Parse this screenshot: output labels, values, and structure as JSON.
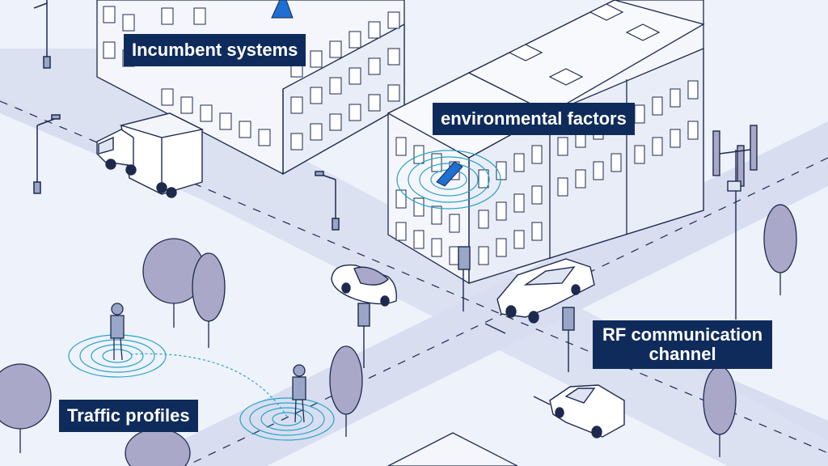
{
  "labels": {
    "incumbent": "Incumbent systems",
    "environmental": "environmental factors",
    "rf_line1": "RF communication",
    "rf_line2": "channel",
    "traffic": "Traffic profiles"
  },
  "colors": {
    "background": "#eef2fb",
    "road": "#d8def0",
    "outline": "#1d2a4e",
    "building_fill": "#f4f6fb",
    "tree": "#a9a8c8",
    "label_bg": "#0f2b5b",
    "label_text": "#ffffff",
    "signal": "#29a3c7",
    "accent_blue": "#1d6fd1"
  },
  "icons": [
    "truck-icon",
    "car-icon",
    "van-icon",
    "person-icon",
    "tree-icon",
    "street-lamp-icon",
    "traffic-light-icon",
    "antenna-tower-icon",
    "antenna-panel-icon",
    "radio-wave-icon"
  ]
}
